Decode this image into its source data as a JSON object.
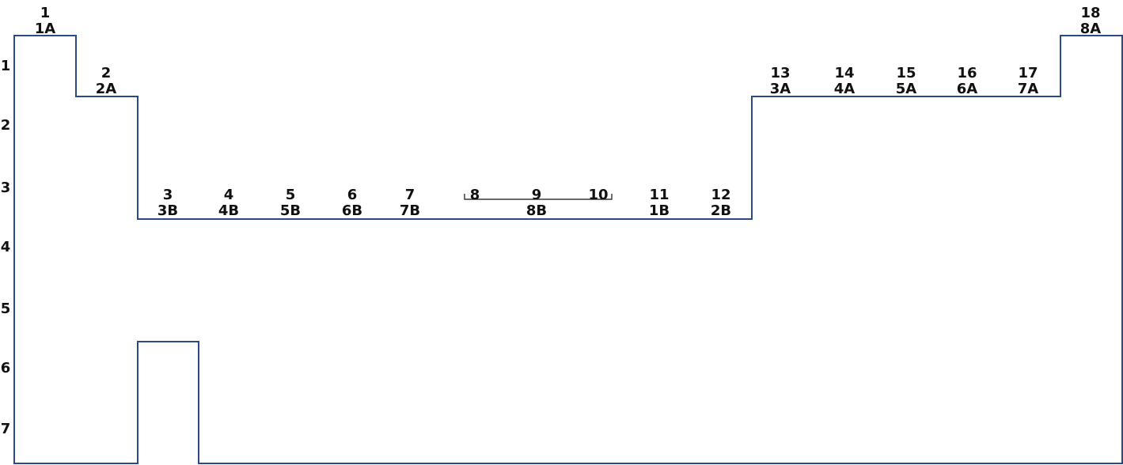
{
  "colors": {
    "outline": "#2b4a86",
    "text": "#111111",
    "bracket": "#111111"
  },
  "periods": [
    "1",
    "2",
    "3",
    "4",
    "5",
    "6",
    "7"
  ],
  "groups": [
    {
      "number": "1",
      "label": "1A"
    },
    {
      "number": "2",
      "label": "2A"
    },
    {
      "number": "3",
      "label": "3B"
    },
    {
      "number": "4",
      "label": "4B"
    },
    {
      "number": "5",
      "label": "5B"
    },
    {
      "number": "6",
      "label": "6B"
    },
    {
      "number": "7",
      "label": "7B"
    },
    {
      "number": "8",
      "label": ""
    },
    {
      "number": "9",
      "label": "8B"
    },
    {
      "number": "10",
      "label": ""
    },
    {
      "number": "11",
      "label": "1B"
    },
    {
      "number": "12",
      "label": "2B"
    },
    {
      "number": "13",
      "label": "3A"
    },
    {
      "number": "14",
      "label": "4A"
    },
    {
      "number": "15",
      "label": "5A"
    },
    {
      "number": "16",
      "label": "6A"
    },
    {
      "number": "17",
      "label": "7A"
    },
    {
      "number": "18",
      "label": "8A"
    }
  ]
}
